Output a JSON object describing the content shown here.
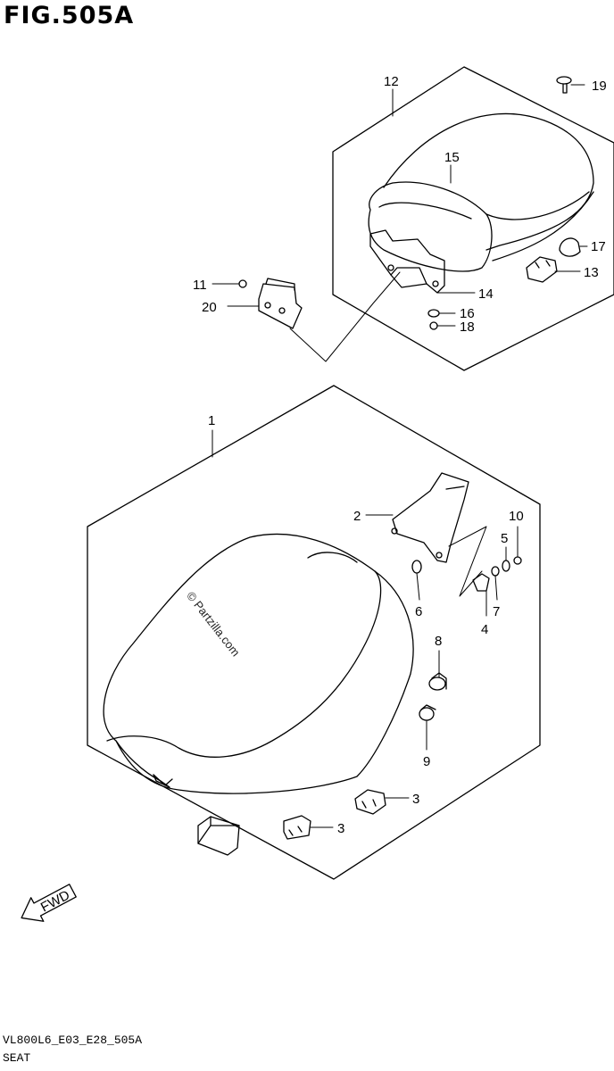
{
  "figure": {
    "title": "FIG.505A",
    "code": "VL800L6_E03_E28_505A",
    "name": "SEAT"
  },
  "watermark": "© Partzilla.com",
  "fwd_label": "FWD",
  "callouts": [
    {
      "id": "c1",
      "num": "1"
    },
    {
      "id": "c2",
      "num": "2"
    },
    {
      "id": "c3a",
      "num": "3"
    },
    {
      "id": "c3b",
      "num": "3"
    },
    {
      "id": "c4",
      "num": "4"
    },
    {
      "id": "c5",
      "num": "5"
    },
    {
      "id": "c6",
      "num": "6"
    },
    {
      "id": "c7",
      "num": "7"
    },
    {
      "id": "c8",
      "num": "8"
    },
    {
      "id": "c9",
      "num": "9"
    },
    {
      "id": "c10",
      "num": "10"
    },
    {
      "id": "c11",
      "num": "11"
    },
    {
      "id": "c12",
      "num": "12"
    },
    {
      "id": "c13",
      "num": "13"
    },
    {
      "id": "c14",
      "num": "14"
    },
    {
      "id": "c15",
      "num": "15"
    },
    {
      "id": "c16",
      "num": "16"
    },
    {
      "id": "c17",
      "num": "17"
    },
    {
      "id": "c18",
      "num": "18"
    },
    {
      "id": "c19",
      "num": "19"
    },
    {
      "id": "c20",
      "num": "20"
    }
  ]
}
